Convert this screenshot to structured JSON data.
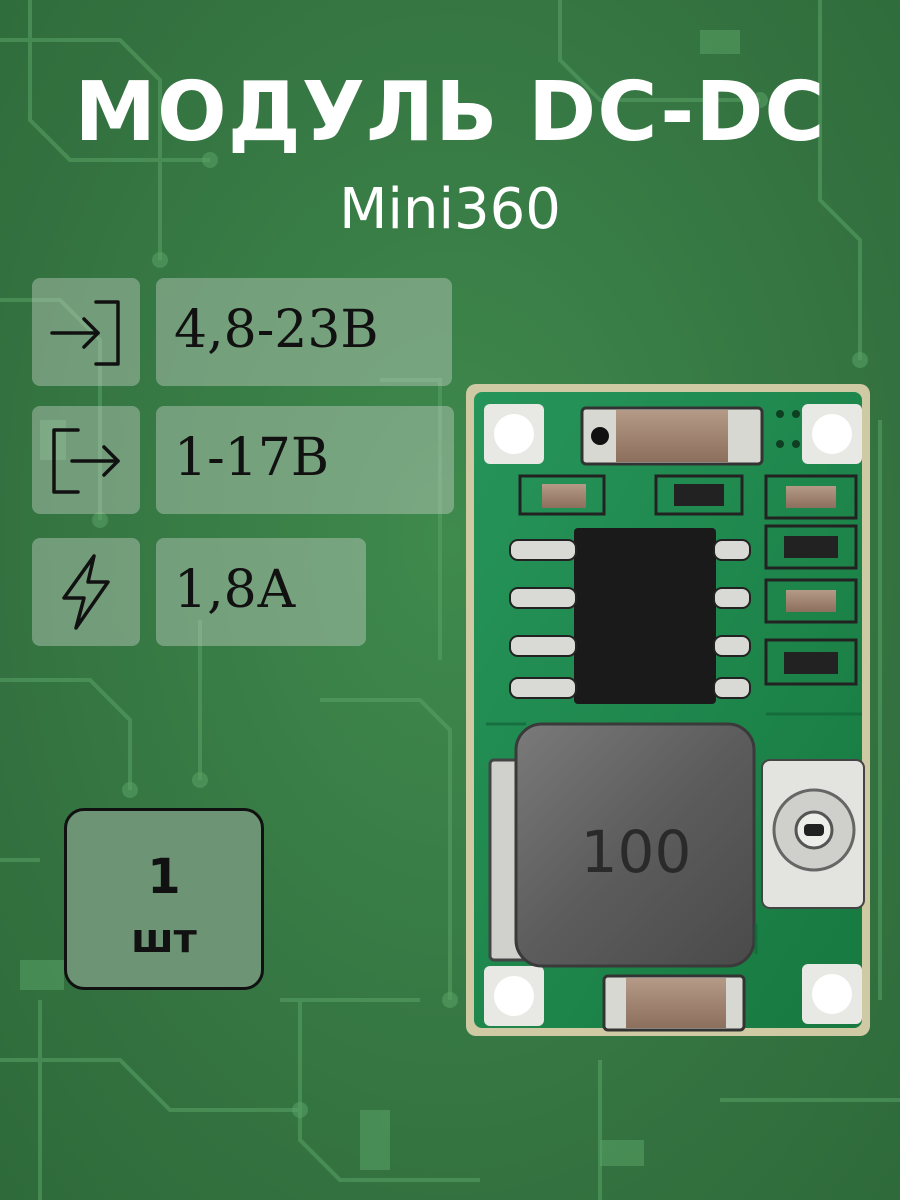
{
  "header": {
    "title": "МОДУЛЬ DC-DC",
    "subtitle": "Mini360"
  },
  "specs": [
    {
      "icon": "input-arrow-icon",
      "value": "4,8-23В"
    },
    {
      "icon": "output-arrow-icon",
      "value": "1-17В"
    },
    {
      "icon": "lightning-icon",
      "value": "1,8А"
    }
  ],
  "quantity": {
    "number": "1",
    "unit": "шт"
  },
  "product": {
    "inductor_marking": "100"
  },
  "colors": {
    "background": "#3c7a48",
    "pcb": "#1f8a4a",
    "panel": "#b9c6bb",
    "text_dark": "#111111",
    "text_light": "#ffffff"
  }
}
